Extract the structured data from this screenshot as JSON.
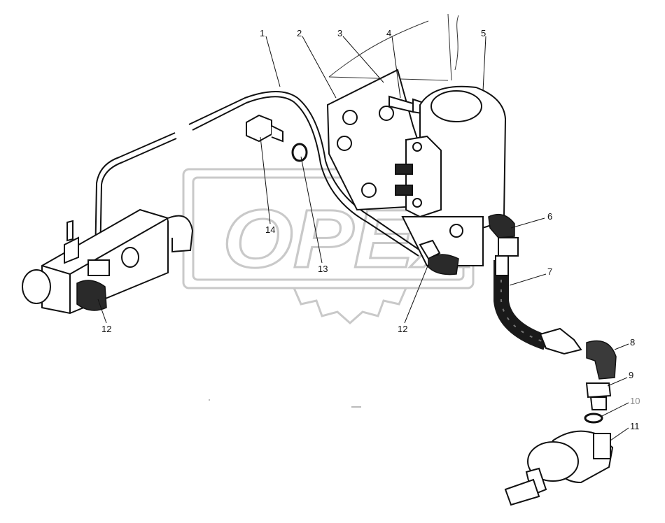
{
  "watermark": {
    "text": "OPEX",
    "stroke_color": "#c9c9c9"
  },
  "callouts": [
    {
      "id": "1",
      "label": "1",
      "muted": false
    },
    {
      "id": "2",
      "label": "2",
      "muted": false
    },
    {
      "id": "3",
      "label": "3",
      "muted": false
    },
    {
      "id": "4",
      "label": "4",
      "muted": false
    },
    {
      "id": "5",
      "label": "5",
      "muted": false
    },
    {
      "id": "6",
      "label": "6",
      "muted": false
    },
    {
      "id": "7",
      "label": "7",
      "muted": false
    },
    {
      "id": "8",
      "label": "8",
      "muted": false
    },
    {
      "id": "9",
      "label": "9",
      "muted": false
    },
    {
      "id": "10",
      "label": "10",
      "muted": true
    },
    {
      "id": "11",
      "label": "11",
      "muted": false
    },
    {
      "id": "12a",
      "label": "12",
      "muted": false
    },
    {
      "id": "12b",
      "label": "12",
      "muted": false
    },
    {
      "id": "13",
      "label": "13",
      "muted": false
    },
    {
      "id": "14",
      "label": "14",
      "muted": false
    }
  ],
  "colors": {
    "line": "#111111",
    "hose": "#1a1a1a",
    "muted_label": "#8a8a8a"
  }
}
